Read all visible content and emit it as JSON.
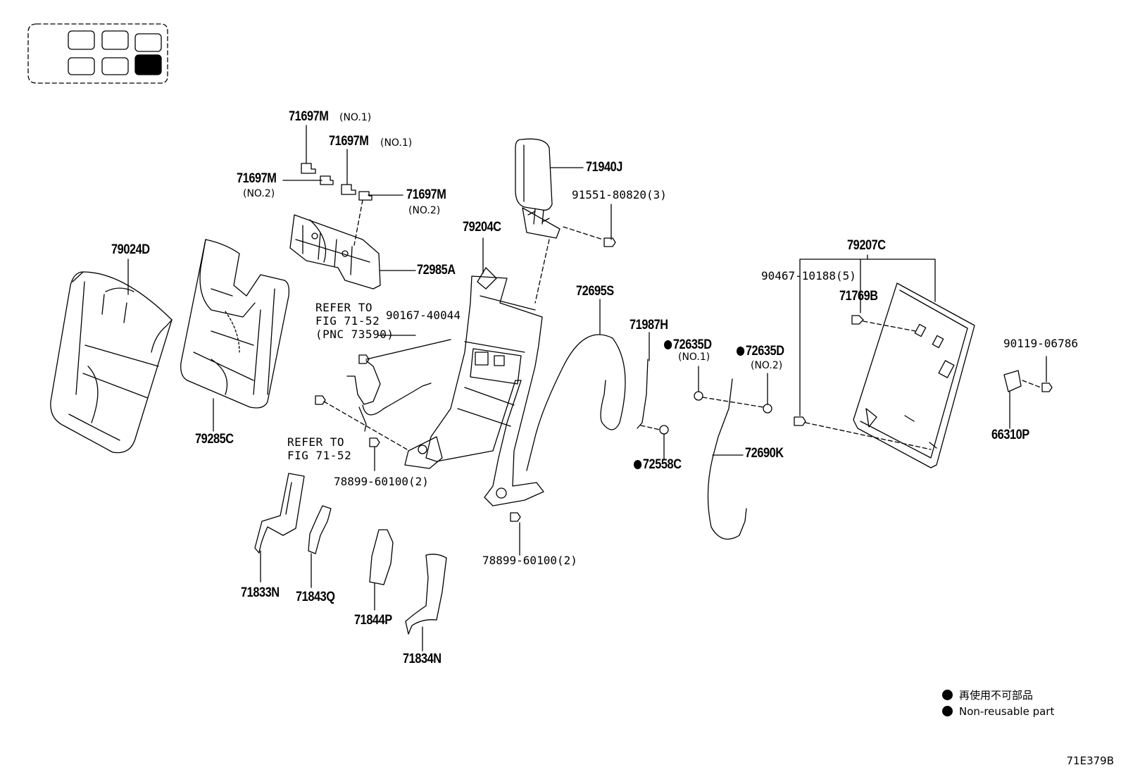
{
  "diagram": {
    "labels": {
      "p71697m_1": "71697M",
      "p71697m_1_sub": "(NO.1)",
      "p71697m_2": "71697M",
      "p71697m_2_sub": "(NO.1)",
      "p71697m_3": "71697M",
      "p71697m_3_sub": "(NO.2)",
      "p71697m_4": "71697M",
      "p71697m_4_sub": "(NO.2)",
      "p71940j": "71940J",
      "p91551": "91551-80820(3)",
      "p79204c": "79204C",
      "p72985a": "72985A",
      "p79024d": "79024D",
      "p79285c": "79285C",
      "refer1_line1": "REFER TO",
      "refer1_line2": "FIG 71-52",
      "refer1_line3": "(PNC 73590)",
      "p90167": "90167-40044",
      "refer2_line1": "REFER TO",
      "refer2_line2": "FIG 71-52",
      "p78899_1": "78899-60100(2)",
      "p78899_2": "78899-60100(2)",
      "p72695s": "72695S",
      "p71987h": "71987H",
      "p72635d_1": "72635D",
      "p72635d_1_sub": "(NO.1)",
      "p72635d_2": "72635D",
      "p72635d_2_sub": "(NO.2)",
      "p72558c": "72558C",
      "p72690k": "72690K",
      "p79207c": "79207C",
      "p90467": "90467-10188(5)",
      "p71769b": "71769B",
      "p90119": "90119-06786",
      "p66310p": "66310P",
      "p71833n": "71833N",
      "p71843q": "71843Q",
      "p71844p": "71844P",
      "p71834n": "71834N"
    },
    "legend": {
      "jp": "再使用不可部品",
      "en": "Non-reusable part"
    },
    "figure_code": "71E379B"
  }
}
